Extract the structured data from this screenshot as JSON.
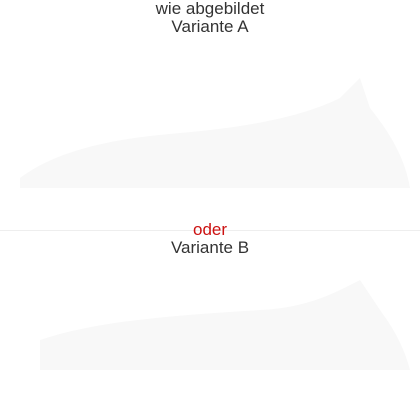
{
  "header": {
    "line1": "wie abgebildet",
    "line2": "Variante A"
  },
  "separator": {
    "or_text": "oder",
    "or_color": "#cc1111"
  },
  "variant_b": {
    "label": "Variante B"
  },
  "colors": {
    "text": "#333333",
    "background": "#ffffff",
    "ghost_shape": "#f7f7f7"
  }
}
